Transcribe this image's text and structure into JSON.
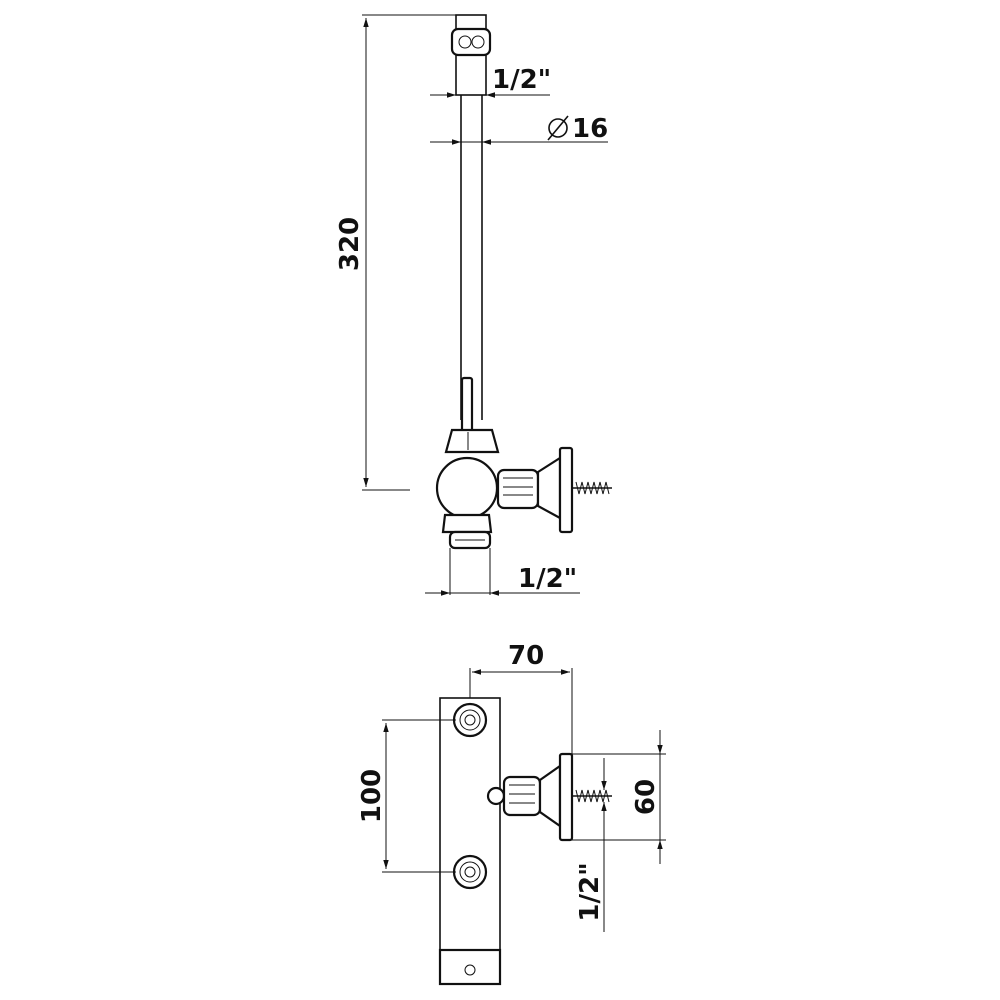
{
  "side_view": {
    "height_dim": "320",
    "top_thread_dim": "1/2\"",
    "tube_diameter_dim": "16",
    "bottom_thread_dim": "1/2\""
  },
  "front_view": {
    "width_dim": "70",
    "spacing_dim": "100",
    "flange_dim": "60",
    "outlet_thread_dim": "1/2\""
  },
  "symbols": {
    "diameter": "diameter-symbol-icon"
  }
}
